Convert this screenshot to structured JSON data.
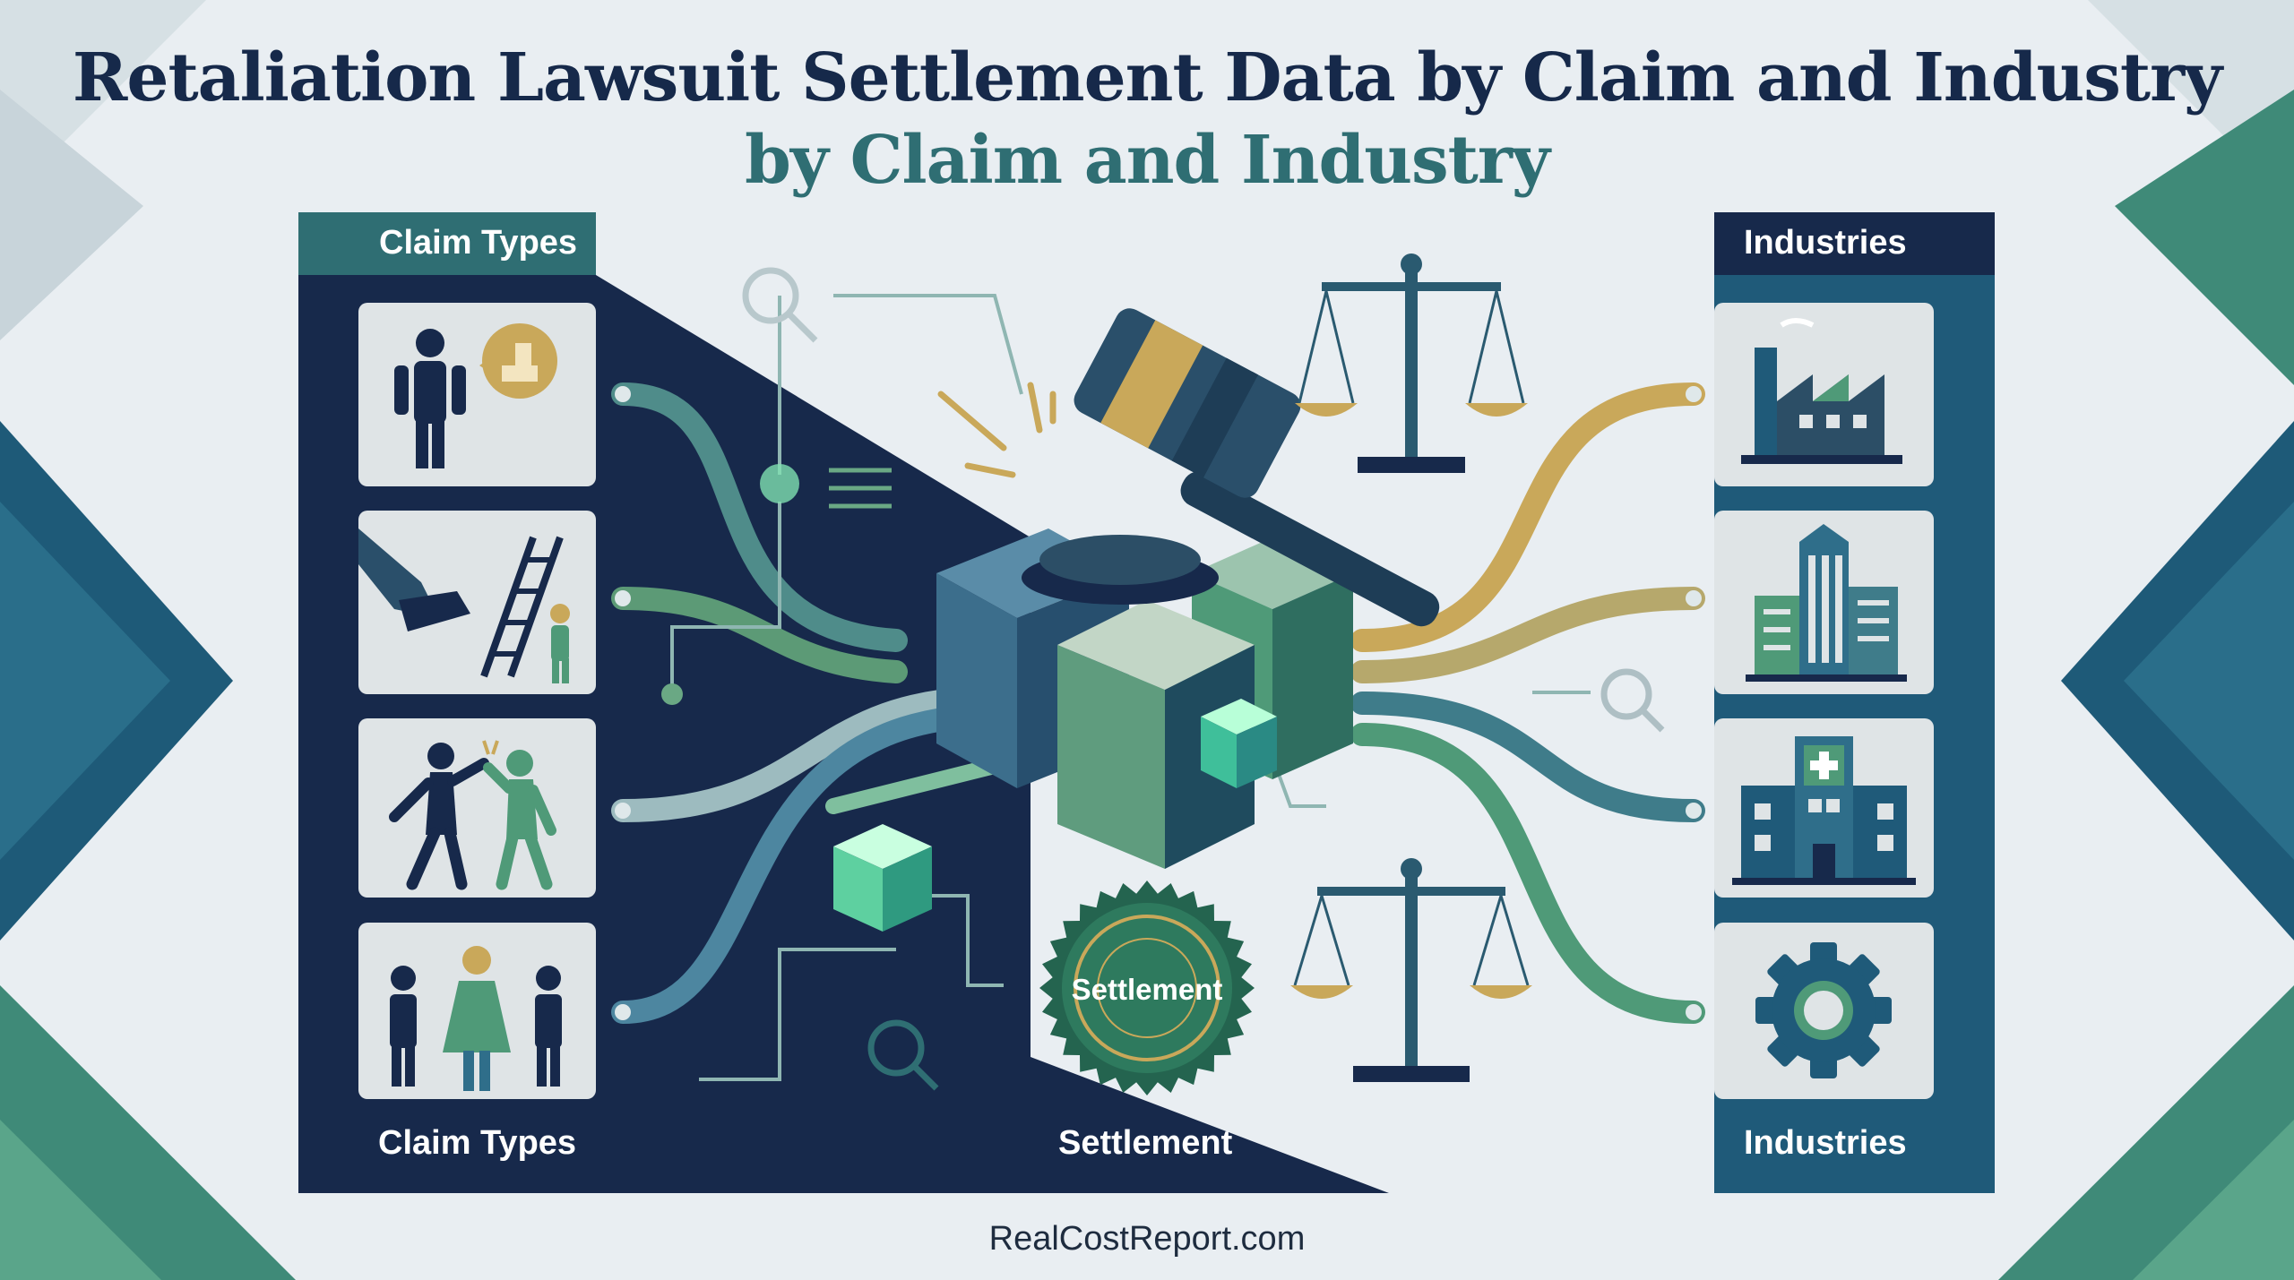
{
  "title": {
    "main": "Retaliation Lawsuit Settlement Data by Claim and Industry",
    "sub": "by Claim and Industry"
  },
  "left_panel": {
    "header": "Claim Types",
    "footer": "Claim Types",
    "tiles": [
      {
        "icon": "person-speech-icon"
      },
      {
        "icon": "kick-ladder-icon"
      },
      {
        "icon": "conflict-people-icon"
      },
      {
        "icon": "group-discrimination-icon"
      }
    ]
  },
  "center": {
    "seal_text": "Settlement",
    "label": "Settlement"
  },
  "right_panel": {
    "header": "Industries",
    "footer": "Industries",
    "tiles": [
      {
        "icon": "factory-icon"
      },
      {
        "icon": "office-building-icon"
      },
      {
        "icon": "hospital-icon"
      },
      {
        "icon": "gear-icon"
      }
    ]
  },
  "footer": "RealCostReport.com",
  "colors": {
    "navy": "#17294b",
    "teal": "#2f6e73",
    "green": "#4f9a78",
    "gold": "#c9a85a",
    "light": "#e9eef2"
  }
}
